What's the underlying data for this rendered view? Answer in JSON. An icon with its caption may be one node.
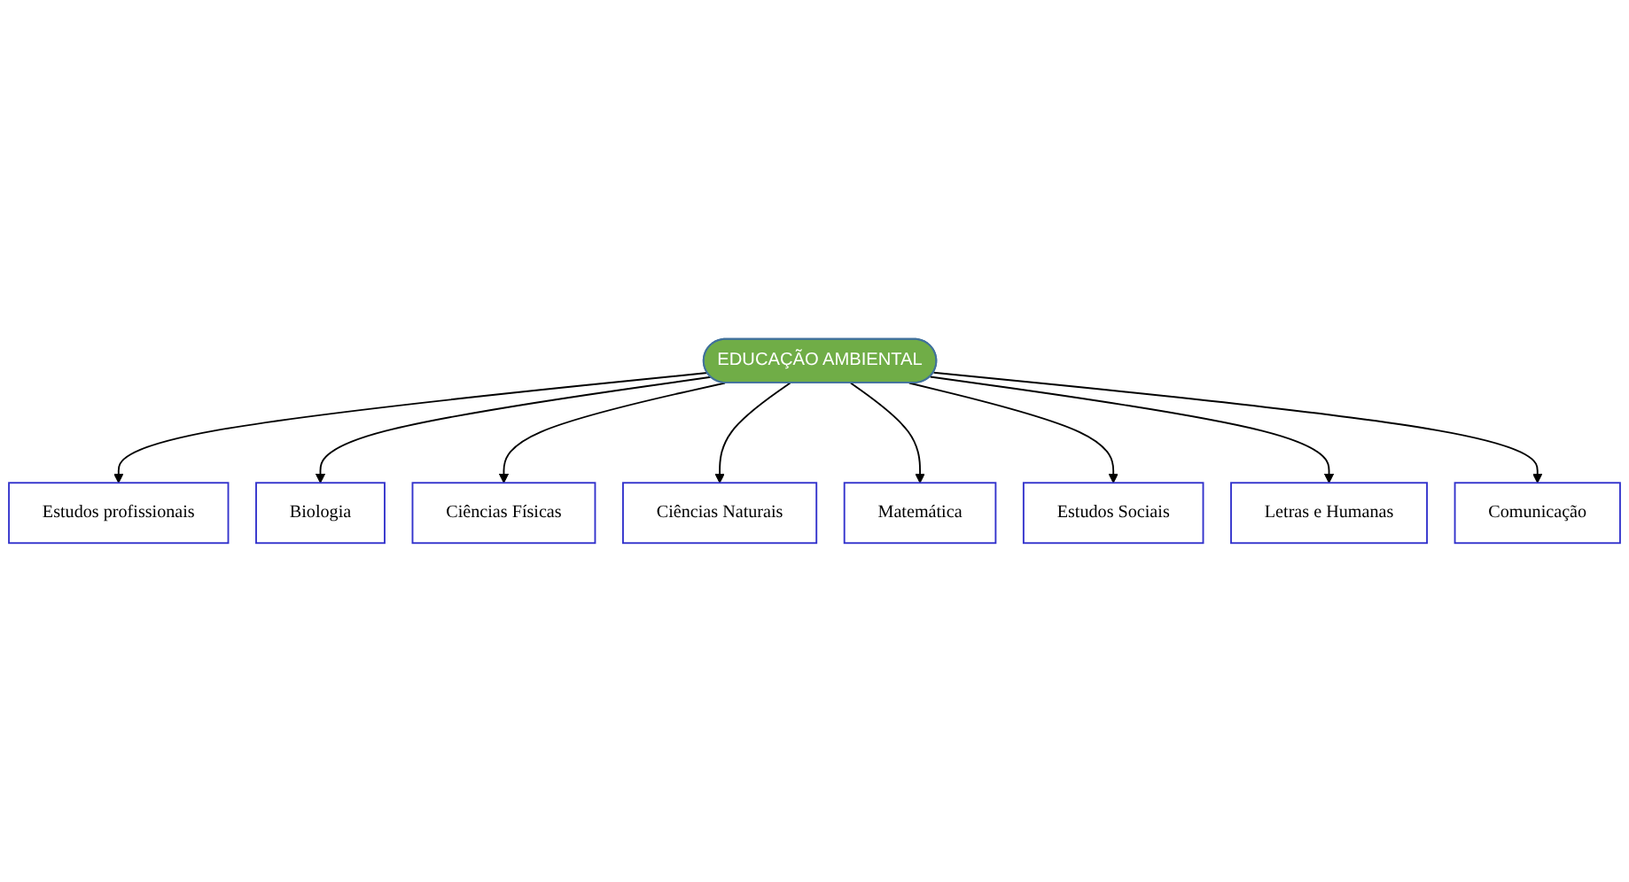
{
  "diagram": {
    "nodes": [
      {
        "text": [
          "Estudos profissionais"
        ]
      },
      {
        "text": [
          "Biologia"
        ]
      },
      {
        "text": [
          "Ciências Físicas"
        ]
      },
      {
        "text": [
          "Ciências Naturais"
        ]
      },
      {
        "text": [
          "EDUCAÇÃO AMBIENTAL"
        ]
      },
      {
        "text": [
          "Matemática"
        ]
      },
      {
        "text": [
          "Estudos Sociais"
        ]
      },
      {
        "text": [
          "Letras e Humanas"
        ]
      },
      {
        "text": [
          "Comunicação"
        ]
      }
    ],
    "edges": [
      {
        "from": 4,
        "to": 0,
        "arrow": "to"
      },
      {
        "from": 4,
        "to": 1,
        "arrow": "to"
      },
      {
        "from": 4,
        "to": 2,
        "arrow": "to"
      },
      {
        "from": 4,
        "to": 3,
        "arrow": "to"
      },
      {
        "from": 4,
        "to": 5,
        "arrow": "to"
      },
      {
        "from": 4,
        "to": 6,
        "arrow": "to"
      },
      {
        "from": 4,
        "to": 7,
        "arrow": "to"
      },
      {
        "from": 4,
        "to": 8,
        "arrow": "to"
      }
    ]
  }
}
